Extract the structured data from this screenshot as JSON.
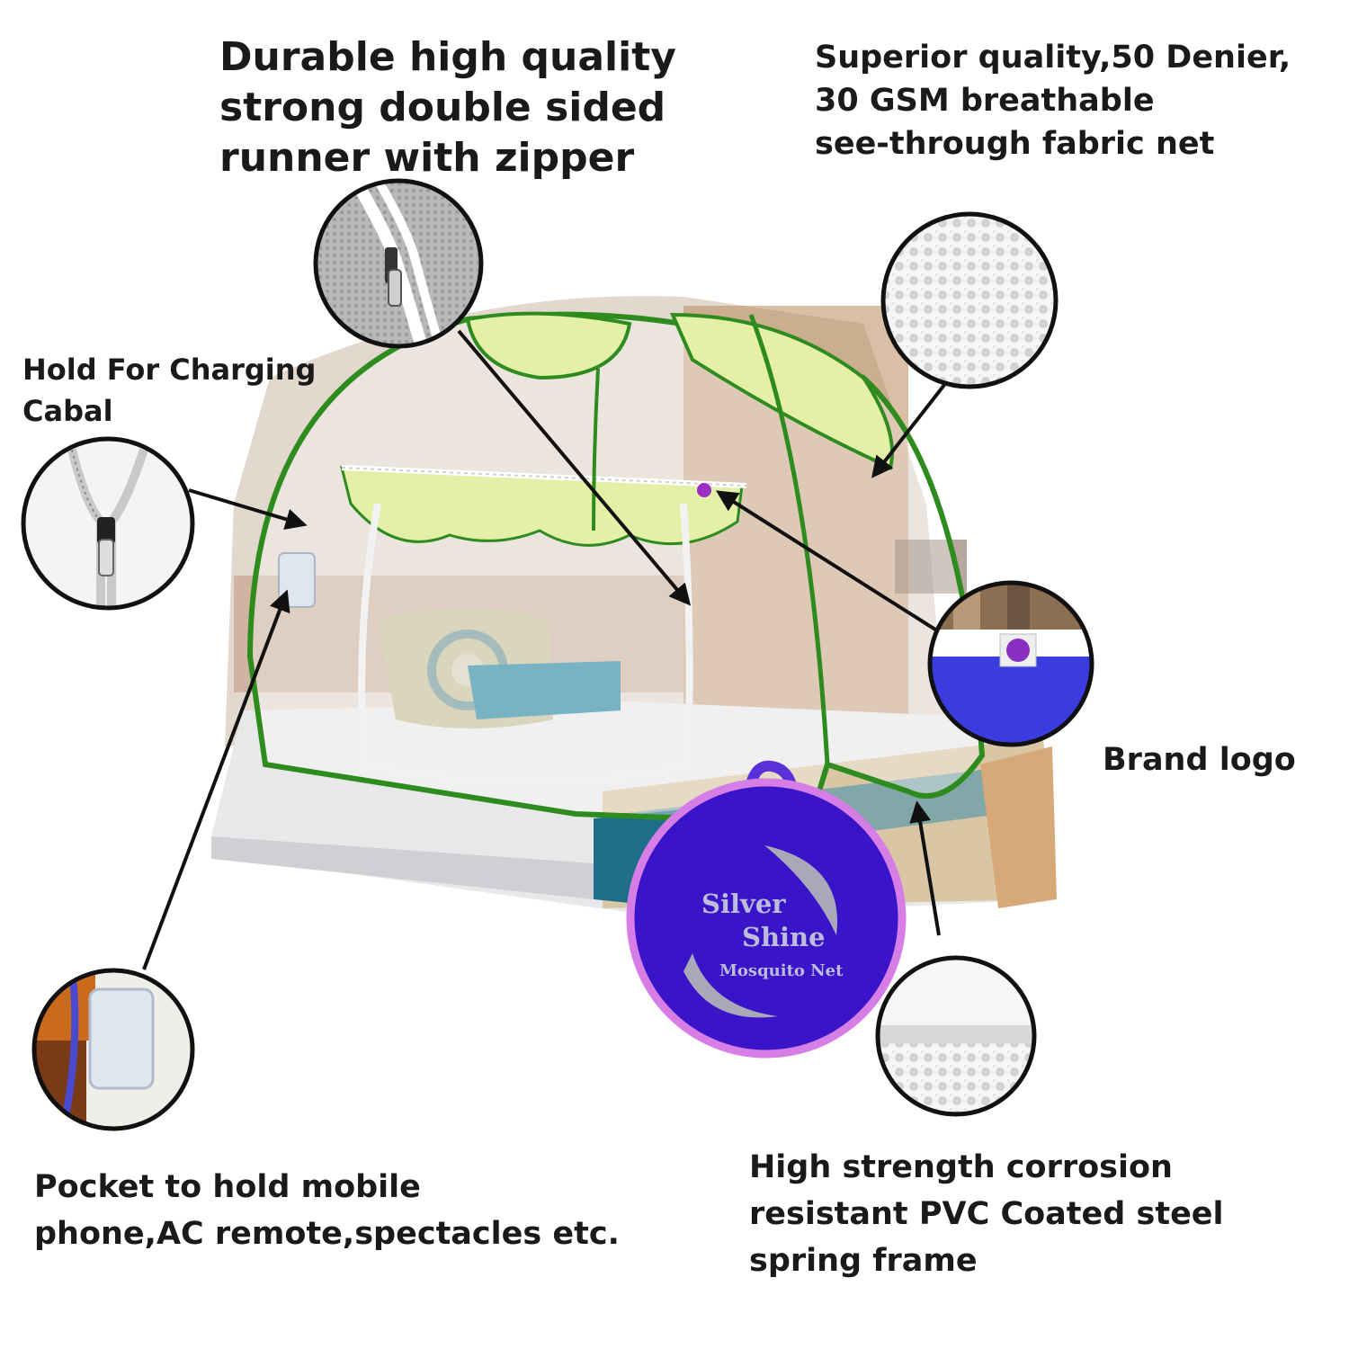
{
  "captions": {
    "runner": "Durable high quality\nstrong double sided\nrunner with zipper",
    "fabric": "Superior quality,50 Denier,\n30 GSM breathable\nsee-through fabric net",
    "cable": "Hold For Charging\nCabal",
    "logo": "Brand logo",
    "pocket": "Pocket to hold mobile\nphone,AC remote,spectacles etc.",
    "frame": "High strength corrosion\nresistant PVC Coated steel\nspring frame"
  },
  "bag": {
    "line1": "Silver",
    "line2": "Shine",
    "line3": "Mosquito Net"
  },
  "colors": {
    "net_border": "#2e8b1e",
    "canopy": "#e4f0a8",
    "bag_fill": "#3a14c8",
    "bag_ring": "#d77ee6",
    "arrow": "#111111"
  }
}
